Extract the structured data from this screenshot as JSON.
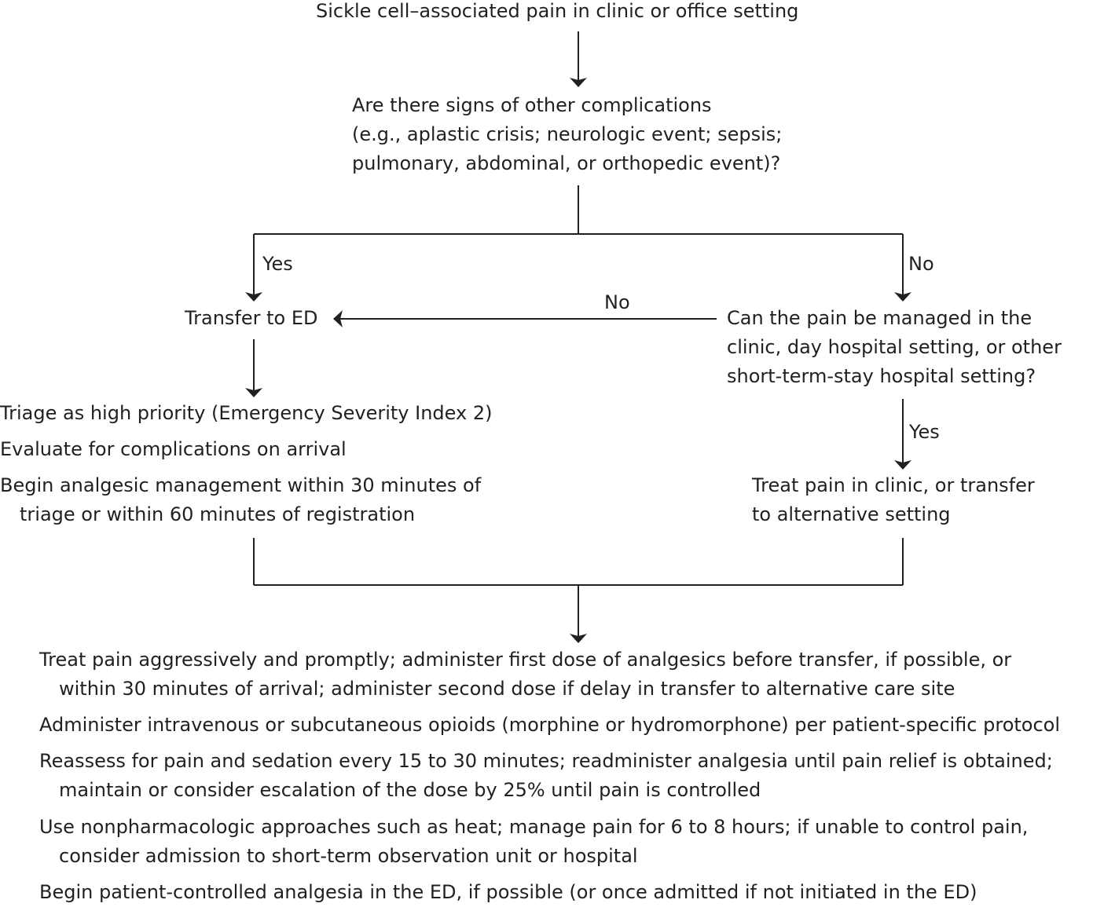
{
  "nodes": {
    "start": "Sickle cell–associated pain in clinic or office setting",
    "complications_question": [
      "Are there signs of other complications",
      "(e.g., aplastic crisis; neurologic event; sepsis;",
      "pulmonary, abdominal, or orthopedic event)?"
    ],
    "transfer_ed": "Transfer to ED",
    "manage_question": [
      "Can the pain be managed in the",
      "clinic, day hospital setting, or other",
      "short-term-stay hospital setting?"
    ],
    "ed_steps": [
      {
        "lines": [
          "Triage as high priority (Emergency Severity Index 2)"
        ]
      },
      {
        "lines": [
          "Evaluate for complications on arrival"
        ]
      },
      {
        "lines": [
          "Begin analgesic management within 30 minutes of",
          "triage or within 60 minutes of registration"
        ]
      }
    ],
    "treat_clinic": [
      "Treat pain in clinic, or transfer",
      "to alternative setting"
    ],
    "final_steps": [
      {
        "lines": [
          "Treat pain aggressively and promptly; administer first dose of analgesics before transfer, if possible, or",
          "within 30 minutes of arrival; administer second dose if delay in transfer to alternative care site"
        ]
      },
      {
        "lines": [
          "Administer intravenous or subcutaneous opioids (morphine or hydromorphone) per patient-specific protocol"
        ]
      },
      {
        "lines": [
          "Reassess for pain and sedation every 15 to 30 minutes; readminister analgesia until pain relief is obtained;",
          "maintain or consider escalation of the dose by 25% until pain is controlled"
        ]
      },
      {
        "lines": [
          "Use nonpharmacologic approaches such as heat; manage pain for 6 to 8 hours; if unable to control pain,",
          "consider admission to short-term observation unit or hospital"
        ]
      },
      {
        "lines": [
          "Begin patient-controlled analgesia in the ED, if possible (or once admitted if not initiated in the ED)"
        ]
      }
    ]
  },
  "edge_labels": {
    "complications_yes": "Yes",
    "complications_no": "No",
    "manage_no": "No",
    "manage_yes": "Yes"
  },
  "colors": {
    "ink": "#231f20",
    "background": "#ffffff"
  }
}
